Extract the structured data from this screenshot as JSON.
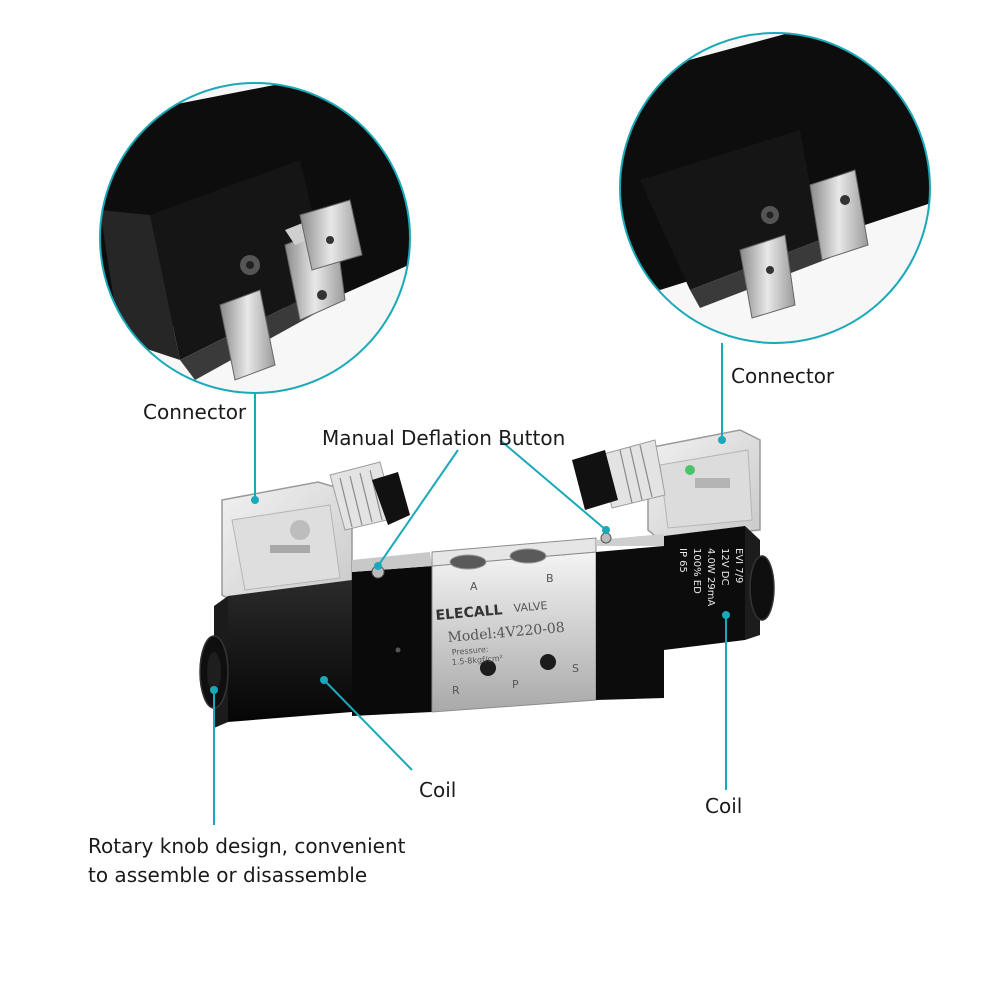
{
  "accent_color": "#1aa9b8",
  "labels": {
    "connector_left": "Connector",
    "connector_right": "Connector",
    "manual_deflation": "Manual Deflation Button",
    "coil_center": "Coil",
    "coil_right": "Coil",
    "rotary_knob": "Rotary knob design, convenient\nto assemble or disassemble"
  },
  "valve": {
    "brand": "ELECALL",
    "type_text": "VALVE",
    "model": "Model:4V220-08",
    "pressure_label": "Pressure:",
    "pressure_value": "1.5-8kgf/cm²",
    "port_a": "A",
    "port_b": "B",
    "port_r": "R",
    "port_p": "P",
    "port_s": "S"
  },
  "coil_spec": {
    "line1": "EVI 7/9",
    "line2": "12V DC",
    "line3": "4.0W 29mA",
    "line4": "100% ED",
    "line5": "IP 65"
  }
}
